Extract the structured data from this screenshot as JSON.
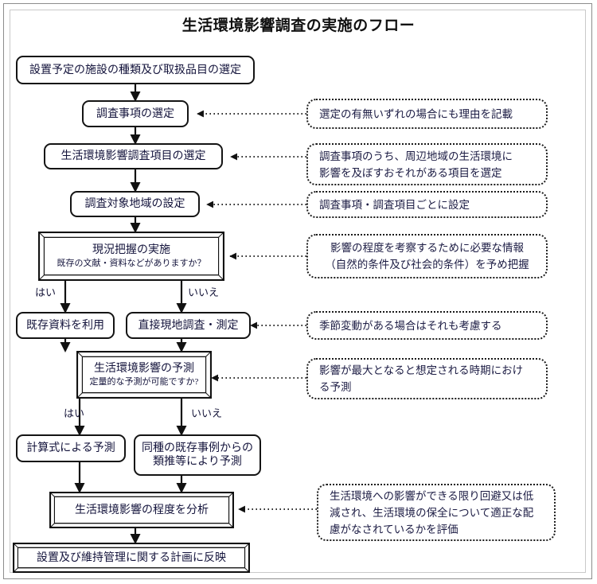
{
  "title": "生活環境影響調査の実施のフロー",
  "nodes": {
    "n1": {
      "line1": "設置予定の施設の種類及び取扱品目の選定"
    },
    "n2": {
      "line1": "調査事項の選定"
    },
    "n3": {
      "line1": "生活環境影響調査項目の選定"
    },
    "n4": {
      "line1": "調査対象地域の設定"
    },
    "n5": {
      "line1": "現況把握の実施",
      "line2": "既存の文献・資料などがありますか？"
    },
    "n6": {
      "line1": "既存資料を利用"
    },
    "n7": {
      "line1": "直接現地調査・測定"
    },
    "n8": {
      "line1": "生活環境影響の予測",
      "line2": "定量的な予測が可能ですか?"
    },
    "n9": {
      "line1": "計算式による予測"
    },
    "n10": {
      "line1": "同種の既存事例からの",
      "line2": "類推等により予測"
    },
    "n11": {
      "line1": "生活環境影響の程度を分析"
    },
    "n12": {
      "line1": "設置及び維持管理に関する計画に反映"
    }
  },
  "branch_labels": {
    "b1_yes": "はい",
    "b1_no": "いいえ",
    "b2_yes": "はい",
    "b2_no": "いいえ"
  },
  "notes": {
    "note1": {
      "lines": [
        "選定の有無いずれの場合にも理由を記載"
      ]
    },
    "note2": {
      "lines": [
        "調査事項のうち、周辺地域の生活環境に",
        "影響を及ぼすおそれがある項目を選定"
      ]
    },
    "note3": {
      "lines": [
        "調査事項・調査項目ごとに設定"
      ]
    },
    "note4": {
      "lines": [
        "影響の程度を考察するために必要な情報",
        "（自然的条件及び社会的条件）を予め把握"
      ]
    },
    "note5": {
      "lines": [
        "季節変動がある場合はそれも考慮する"
      ]
    },
    "note6": {
      "lines": [
        "影響が最大となると想定される時期におけ",
        "る予測"
      ]
    },
    "note7": {
      "lines": [
        "生活環境への影響ができる限り回避又は低",
        "減され、生活環境の保全について適正な配",
        "慮がなされているかを評価"
      ]
    }
  },
  "colors": {
    "text": "#14143c",
    "border": "#141414",
    "frame_outer": "#8d8d8d",
    "frame_inner": "#c9c9c9",
    "background": "#ffffff"
  }
}
